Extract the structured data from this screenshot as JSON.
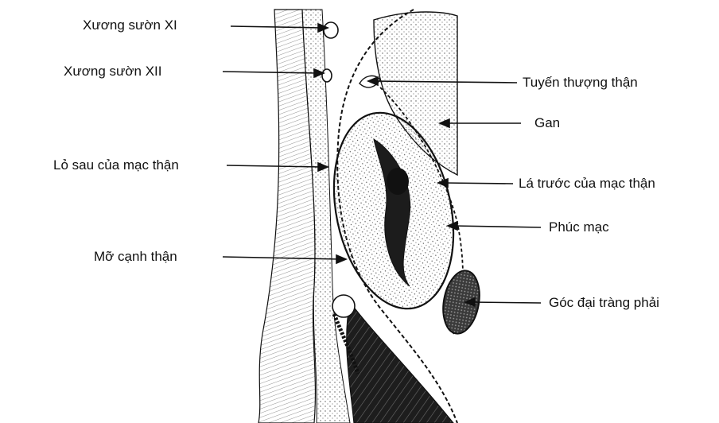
{
  "labels": {
    "rib_11": "Xương sườn XI",
    "rib_12": "Xương sườn XII",
    "posterior_renal_fascia": "Lỏ sau của mạc thận",
    "pararenal_fat": "Mỡ cạnh thận",
    "adrenal_gland": "Tuyến thượng thận",
    "liver": "Gan",
    "anterior_renal_fascia": "Lá trước của mạc thận",
    "peritoneum": "Phúc mạc",
    "right_colic_flexure": "Góc đại tràng phải"
  },
  "colors": {
    "ink": "#111111",
    "shade": "#8a8a8a",
    "light_shade": "#c9c9c9"
  }
}
